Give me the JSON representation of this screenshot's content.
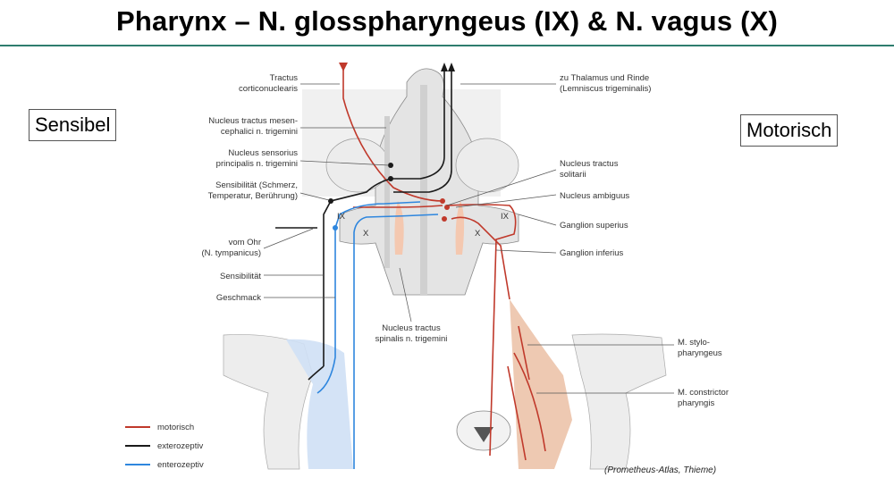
{
  "title": "Pharynx – N. glosspharyngeus (IX) & N. vagus (X)",
  "side_labels": {
    "left": "Sensibel",
    "right": "Motorisch"
  },
  "labels_left": [
    "Tractus",
    "corticonuclearis",
    "Nucleus tractus mesen-",
    "cephalici n. trigemini",
    "Nucleus sensorius",
    "principalis n. trigemini",
    "Sensibilität (Schmerz,",
    "Temperatur, Berührung)",
    "vom Ohr",
    "(N. tympanicus)",
    "Sensibilität",
    "Geschmack"
  ],
  "labels_right": [
    "zu Thalamus und Rinde",
    "(Lemniscus trigeminalis)",
    "Nucleus tractus",
    "solitarii",
    "Nucleus ambiguus",
    "Ganglion superius",
    "Ganglion inferius",
    "M. stylo-",
    "pharyngeus",
    "M. constrictor",
    "pharyngis"
  ],
  "labels_center": [
    "Nucleus tractus",
    "spinalis n. trigemini"
  ],
  "nerve_marks": {
    "ix": "IX",
    "x": "X"
  },
  "legend": [
    {
      "label": "motorisch",
      "color": "#c0392b"
    },
    {
      "label": "exterozeptiv",
      "color": "#1a1a1a"
    },
    {
      "label": "enterozeptiv",
      "color": "#2e86de"
    }
  ],
  "credit": "(Prometheus-Atlas, Thieme)",
  "colors": {
    "motor": "#c0392b",
    "extero": "#1a1a1a",
    "entero": "#2e86de",
    "rule": "#2e7d6e"
  }
}
